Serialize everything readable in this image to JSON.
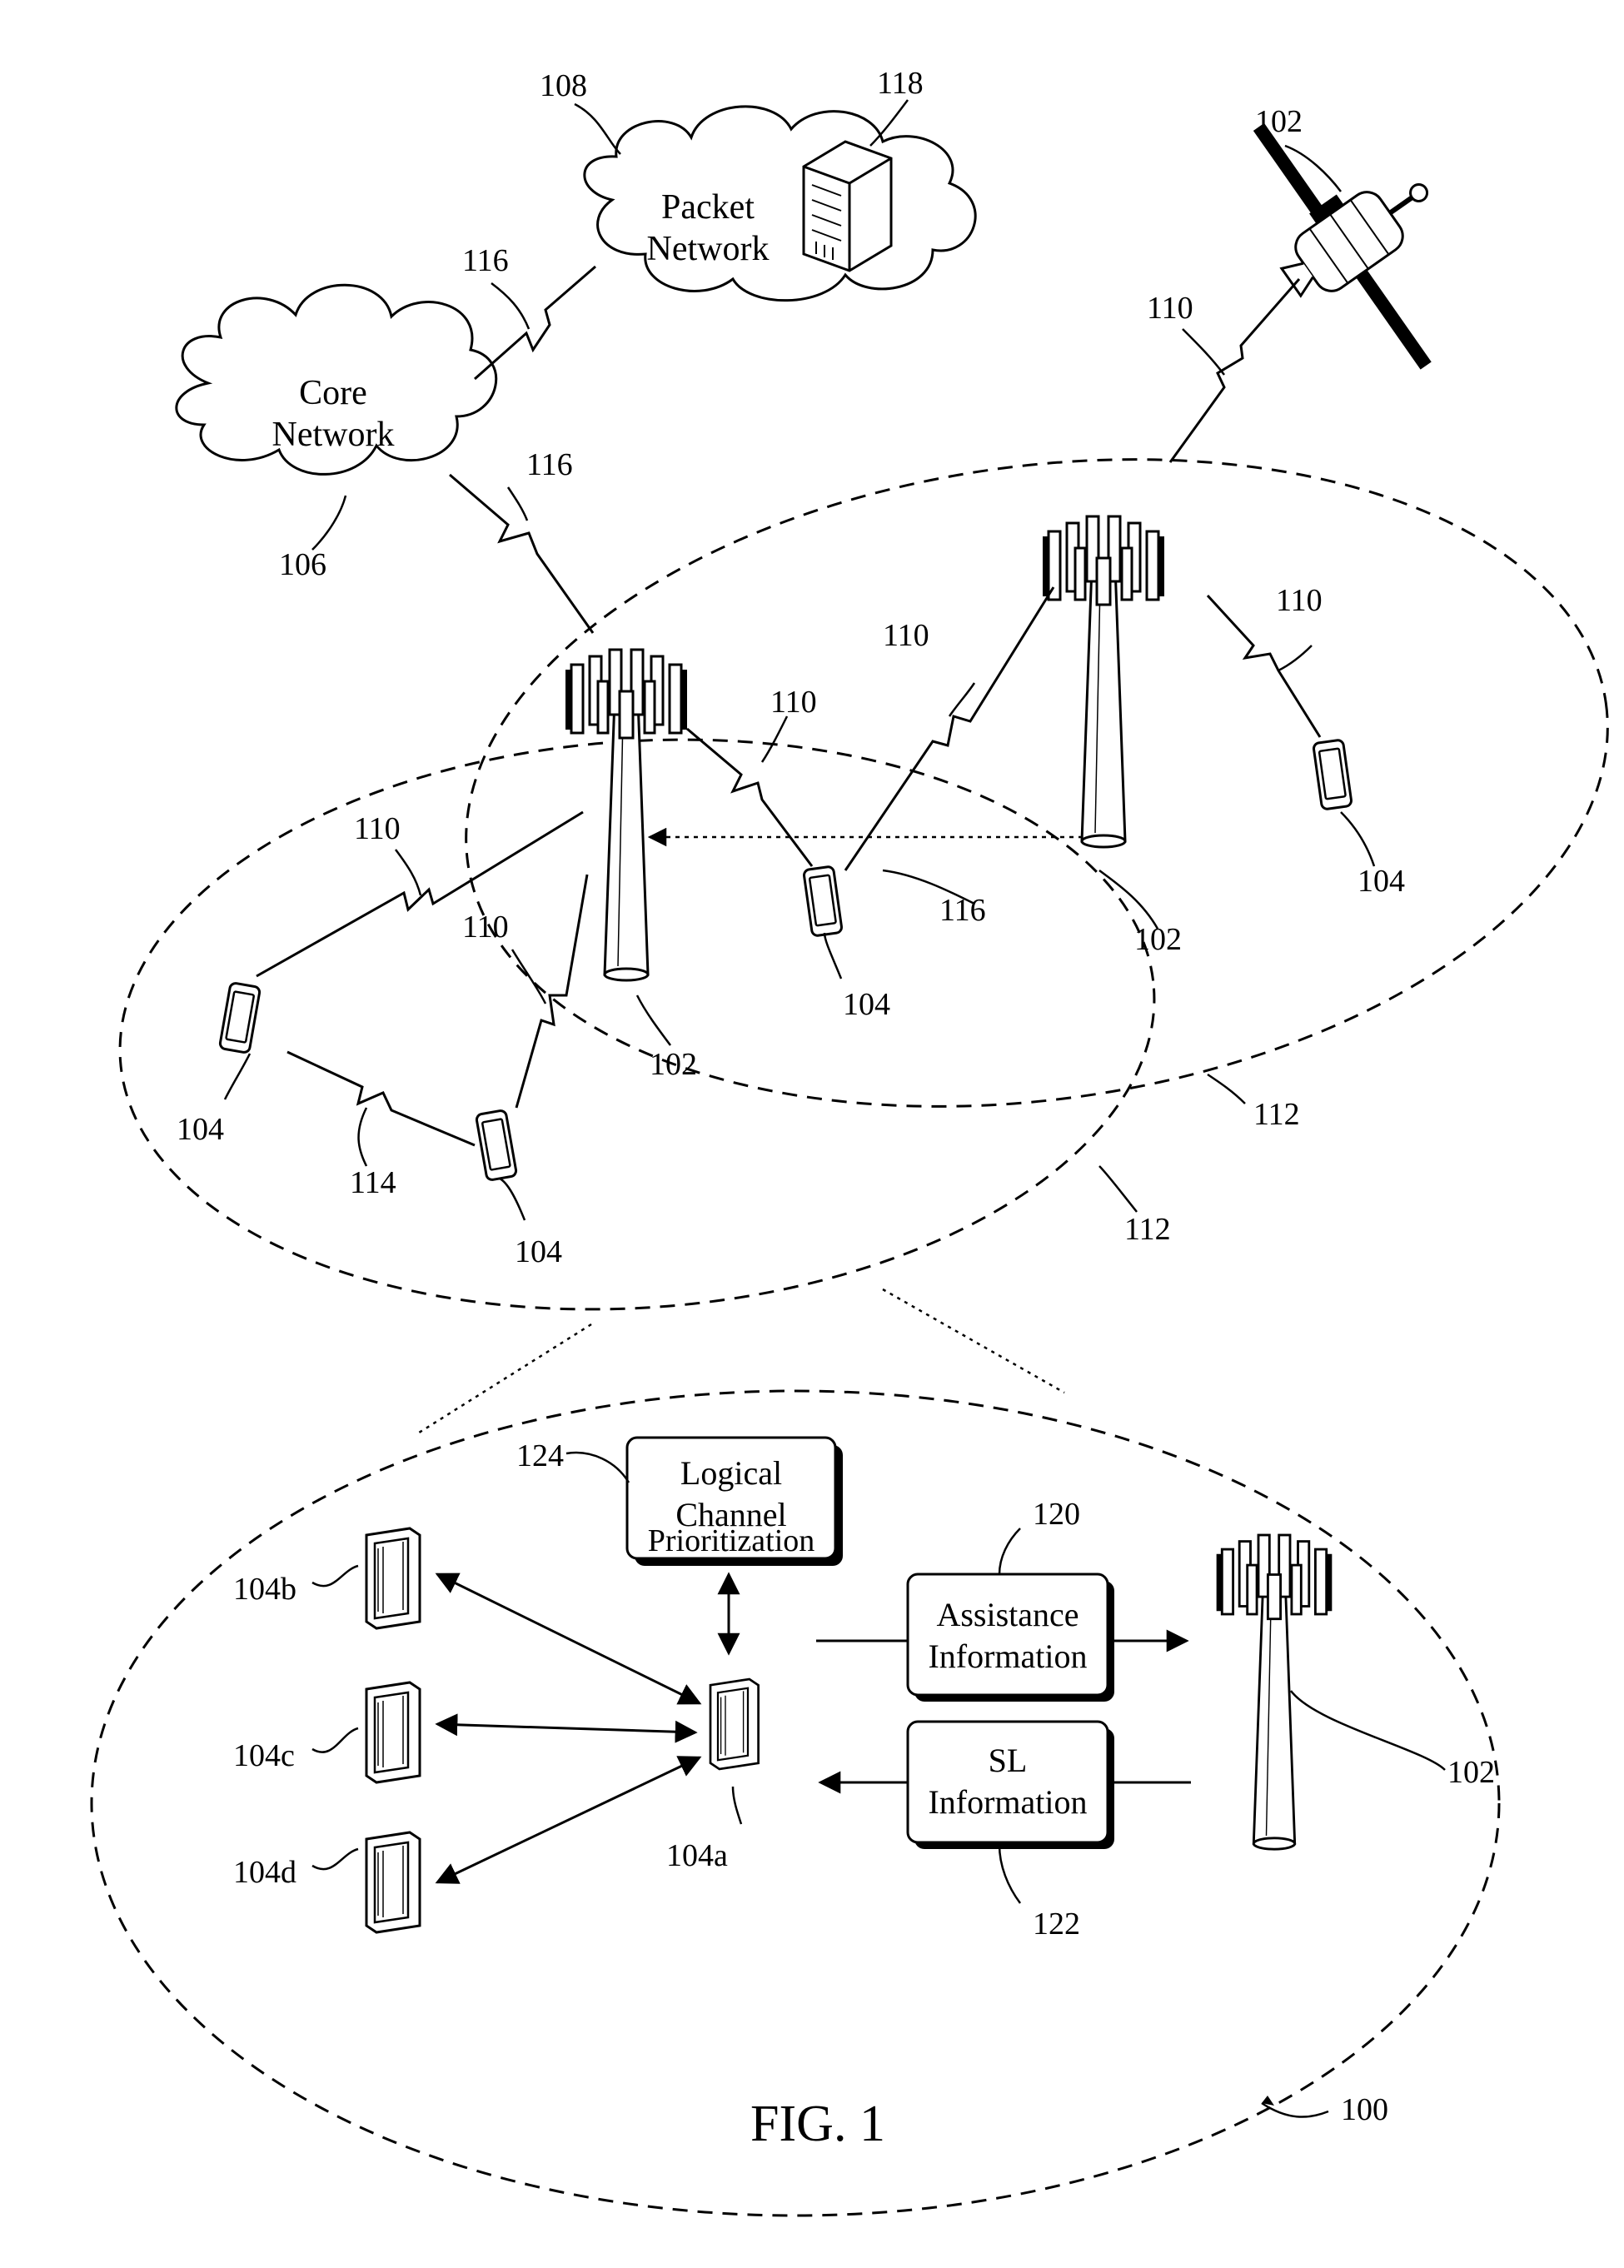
{
  "figure": {
    "caption": "FIG. 1",
    "ref_overall": "100"
  },
  "clouds": {
    "core": {
      "line1": "Core",
      "line2": "Network",
      "ref": "106"
    },
    "packet": {
      "line1": "Packet",
      "line2": "Network",
      "ref": "108"
    }
  },
  "boxes": {
    "lcp": {
      "line1": "Logical",
      "line2": "Channel",
      "line3": "Prioritization",
      "ref": "124"
    },
    "assist": {
      "line1": "Assistance",
      "line2": "Information",
      "ref": "120"
    },
    "sl": {
      "line1": "SL",
      "line2": "Information",
      "ref": "122"
    }
  },
  "labels": {
    "server": "118",
    "satellite": "102",
    "link_sat": "110",
    "link_core_packet": "116",
    "link_core_bs": "116",
    "link_bs2_ue_right": "110",
    "link_bs2_ue_mid": "110",
    "link_bs1_ue_mid": "110",
    "link_bs1_ue_left": "110",
    "link_bs1_ue_low": "110",
    "backhaul": "116",
    "bs_left": "102",
    "bs_right": "102",
    "ue_right": "104",
    "ue_mid": "104",
    "ue_left": "104",
    "ue_low": "104",
    "sidelink": "114",
    "cell_big": "112",
    "cell_small": "112",
    "ue_b": "104b",
    "ue_c": "104c",
    "ue_d": "104d",
    "ue_a": "104a",
    "bs_detail": "102"
  }
}
